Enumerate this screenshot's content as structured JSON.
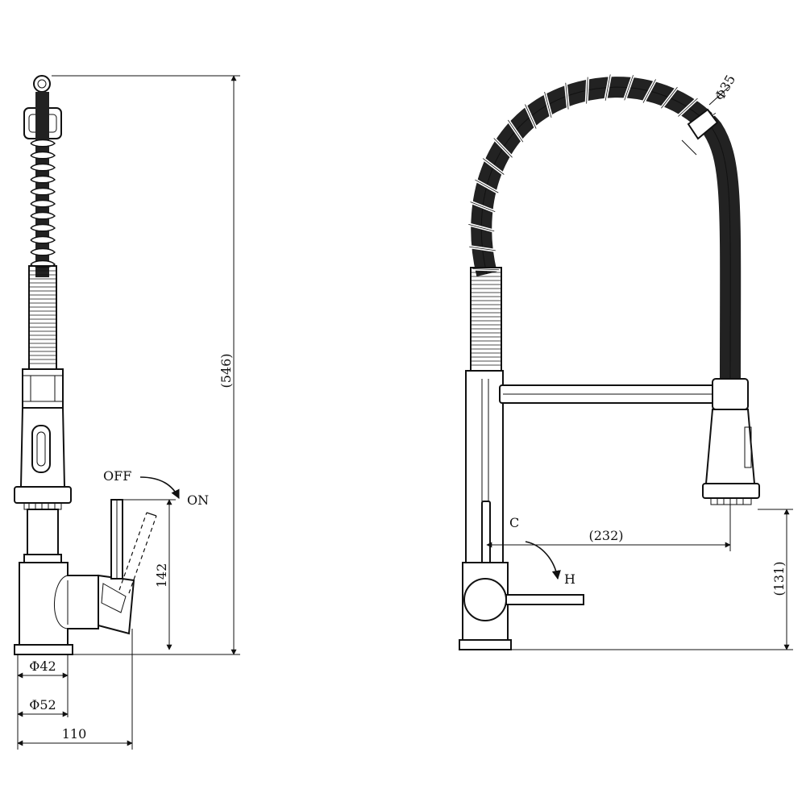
{
  "side_view": {
    "height_label": "(546)",
    "handle_height_label": "142",
    "inner_dia_label": "Φ42",
    "outer_dia_label": "Φ52",
    "depth_label": "110",
    "off_label": "OFF",
    "on_label": "ON"
  },
  "front_view": {
    "hose_dia_label": "Φ35",
    "reach_label": "(232)",
    "spout_height_label": "(131)",
    "cold_label": "C",
    "hot_label": "H"
  },
  "colors": {
    "line": "#111111",
    "hose": "#222222",
    "background": "#ffffff"
  }
}
